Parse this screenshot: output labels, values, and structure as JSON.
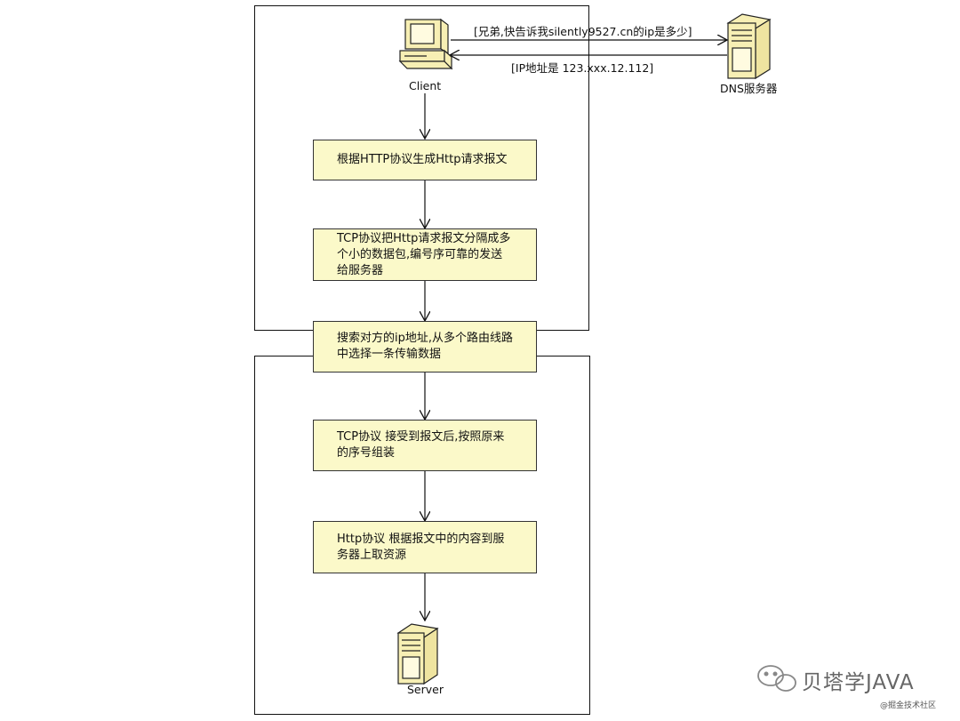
{
  "nodes": {
    "client": "Client",
    "dns": "DNS服务器",
    "server": "Server"
  },
  "messages": {
    "dns_request": "[兄弟,快告诉我silently9527.cn的ip是多少]",
    "dns_response": "[IP地址是 123.xxx.12.112]"
  },
  "steps": [
    "根据HTTP协议生成Http请求报文",
    "TCP协议把Http请求报文分隔成多个小的数据包,编号序可靠的发送给服务器",
    "搜索对方的ip地址,从多个路由线路中选择一条传输数据",
    "TCP协议  接受到报文后,按照原来的序号组装",
    "Http协议 根据报文中的内容到服务器上取资源"
  ],
  "watermark": {
    "brand": "贝塔学JAVA",
    "source": "@掘金技术社区"
  },
  "colors": {
    "step_fill": "#fbf9c9",
    "computer_fill": "#f7efb4",
    "line": "#111111"
  }
}
